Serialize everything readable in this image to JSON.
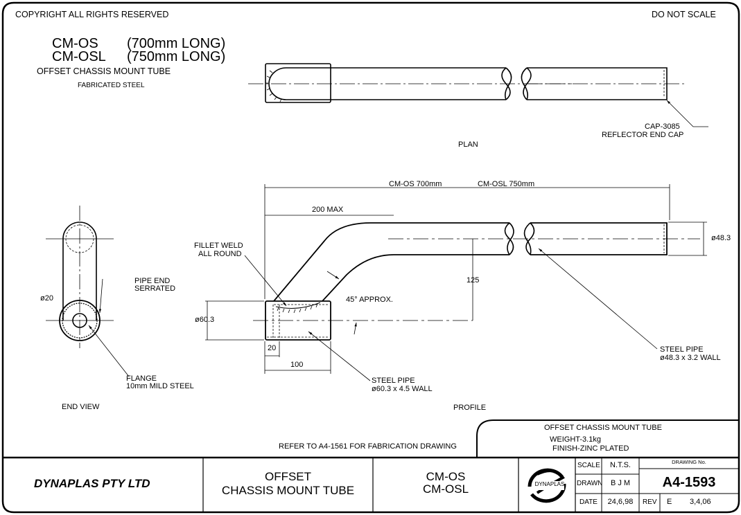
{
  "sheet": {
    "copyright": "COPYRIGHT ALL RIGHTS RESERVED",
    "do_not_scale": "DO NOT SCALE"
  },
  "header": {
    "part_line_1_code": "CM-OS",
    "part_line_1_len": "(700mm  LONG)",
    "part_line_2_code": "CM-OSL",
    "part_line_2_len": "(750mm  LONG)",
    "description": "OFFSET  CHASSIS  MOUNT  TUBE",
    "material": "FABRICATED  STEEL"
  },
  "plan_view": {
    "label": "PLAN",
    "callout_line1": "CAP-3085",
    "callout_line2": "REFLECTOR  END  CAP"
  },
  "end_view": {
    "label": "END  VIEW",
    "dia_hole": "ø20",
    "callout_pipe_end_1": "PIPE  END",
    "callout_pipe_end_2": "SERRATED",
    "callout_flange_1": "FLANGE",
    "callout_flange_2": "10mm  MILD  STEEL"
  },
  "profile_view": {
    "label": "PROFILE",
    "dim_overall_os": "CM-OS  700mm",
    "dim_overall_osl": "CM-OSL  750mm",
    "dim_bend": "200  MAX",
    "dim_offset": "125",
    "dim_angle": "45°  APPROX.",
    "dim_base_dia": "ø60.3",
    "dim_tube_dia": "ø48.3",
    "dim_flange_len": "20",
    "dim_base_len": "100",
    "callout_weld_1": "FILLET  WELD",
    "callout_weld_2": "ALL  ROUND",
    "callout_base_1": "STEEL  PIPE",
    "callout_base_2": "ø60.3  x  4.5  WALL",
    "callout_tube_1": "STEEL  PIPE",
    "callout_tube_2": "ø48.3  x  3.2  WALL"
  },
  "notes": {
    "refer": "REFER  TO  A4-1561  FOR  FABRICATION  DRAWING",
    "spec_title": "OFFSET  CHASSIS  MOUNT  TUBE",
    "weight": "WEIGHT-3.1kg",
    "finish": "FINISH-ZINC  PLATED"
  },
  "title_block": {
    "company": "DYNAPLAS  PTY  LTD",
    "title_line1": "OFFSET",
    "title_line2": "CHASSIS  MOUNT  TUBE",
    "code_line1": "CM-OS",
    "code_line2": "CM-OSL",
    "logo_text": "DYNAPLAS",
    "scale_label": "SCALE",
    "scale_value": "N.T.S.",
    "drawn_label": "DRAWN",
    "drawn_value": "B  J  M",
    "date_label": "DATE",
    "date_value": "24,6,98",
    "drawing_no_label": "DRAWING  No.",
    "drawing_no": "A4-1593",
    "rev_label": "REV",
    "rev_value": "E",
    "rev_date": "3,4,06"
  }
}
